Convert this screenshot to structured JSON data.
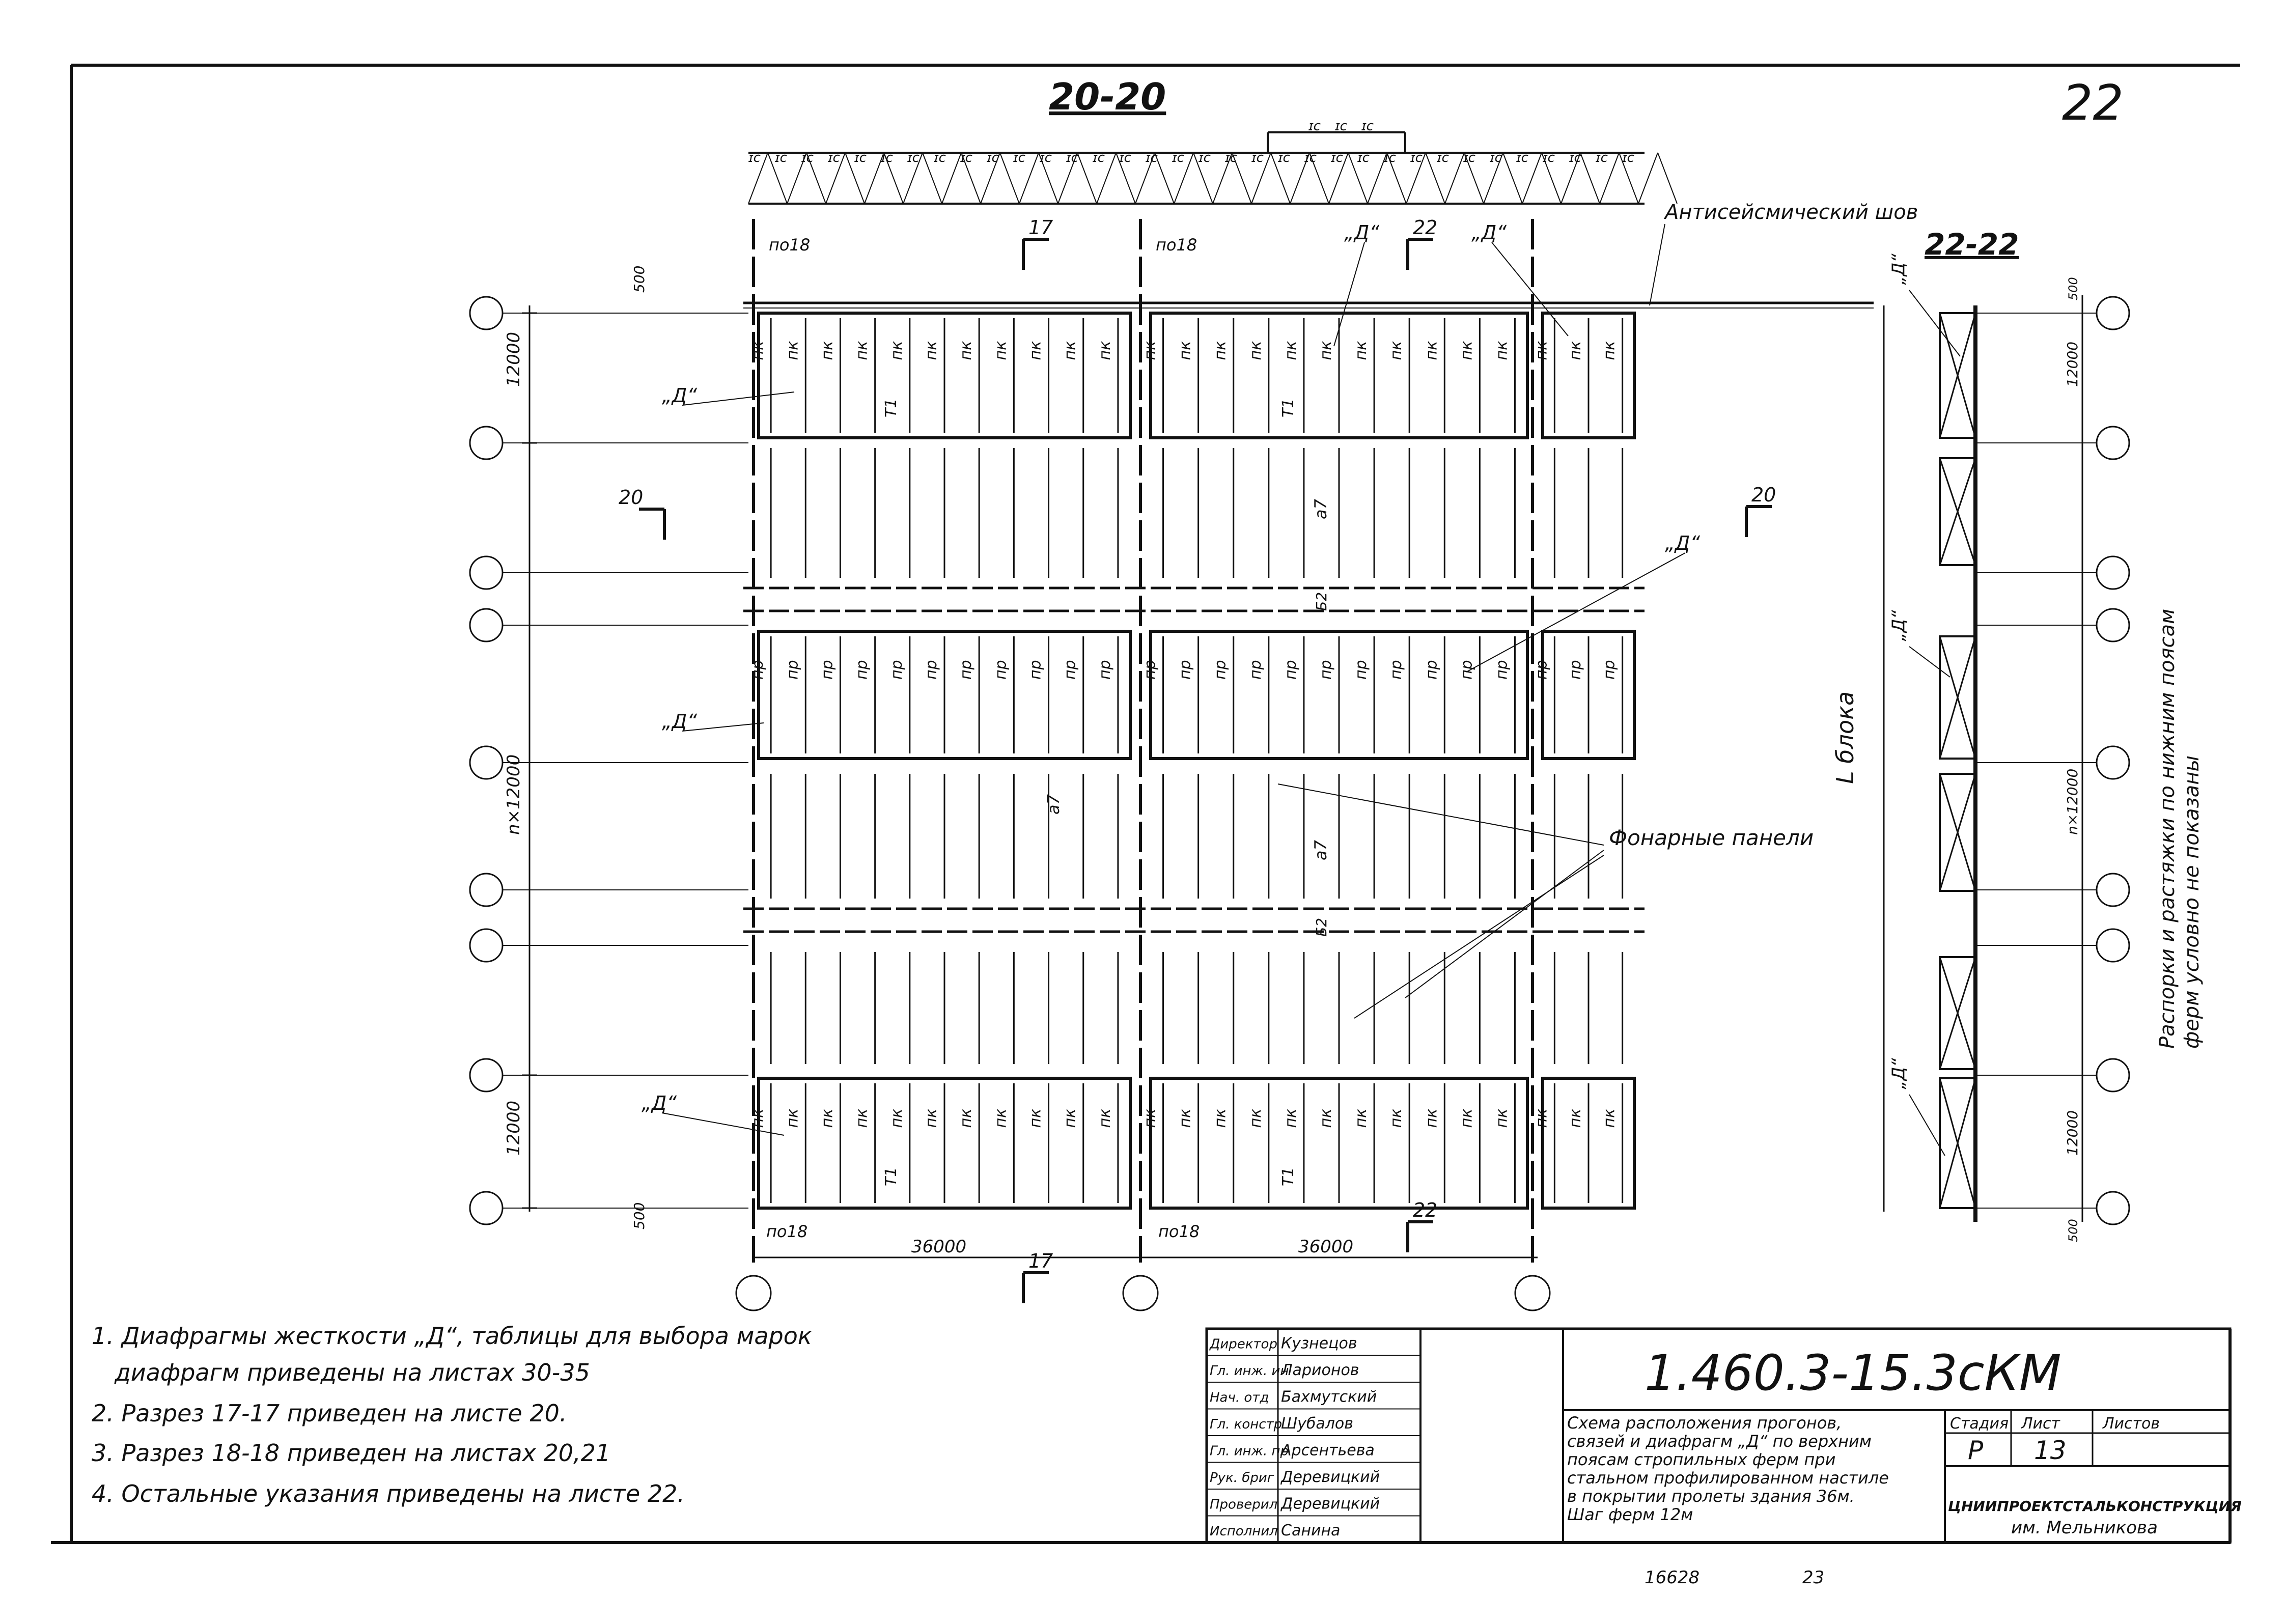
{
  "sheet_number": "22",
  "section_main": "20-20",
  "section_side": "22-22",
  "antiseismic_label": "Антисейсмический шов",
  "lantern_label": "Фонарные панели",
  "side_note_1": "Распорки и растяжки по нижним поясам",
  "side_note_2": "ферм условно не показаны",
  "block_length_label": "L блока",
  "d_label": "„Д“",
  "cut_17": "17",
  "cut_20": "20",
  "cut_22": "22",
  "po18": "по18",
  "dim_12000": "12000",
  "dim_500": "500",
  "dim_n12000": "n×12000",
  "dim_36000": "36000",
  "panel_pk": "пк",
  "panel_pr": "пр",
  "mark_t1": "Т1",
  "mark_a7": "а7",
  "mark_b2": "Б2",
  "notes": [
    "1. Диафрагмы жесткости „Д“, таблицы для выбора марок",
    "диафрагм приведены на листах 30-35",
    "2. Разрез 17-17 приведен на листе 20.",
    "3. Разрез 18-18 приведен на листах 20,21",
    "4. Остальные указания приведены на листе 22."
  ],
  "title_block": {
    "code": "1.460.3-15.3сКМ",
    "description": [
      "Схема расположения прогонов,",
      "связей и диафрагм „Д“ по верхним",
      "поясам стропильных ферм при",
      "стальном профилированном настиле",
      "в покрытии пролеты здания 36м.",
      "Шаг ферм 12м"
    ],
    "stage_header": "Стадия",
    "sheet_header": "Лист",
    "sheets_header": "Листов",
    "stage": "Р",
    "sheet": "13",
    "org": "ЦНИИПРОЕКТСТАЛЬКОНСТРУКЦИЯ",
    "org_sub": "им. Мельникова",
    "staff": [
      {
        "role": "Директор",
        "name": "Кузнецов"
      },
      {
        "role": "Гл. инж. ин",
        "name": "Ларионов"
      },
      {
        "role": "Нач. отд",
        "name": "Бахмутский"
      },
      {
        "role": "Гл. констр",
        "name": "Шубалов"
      },
      {
        "role": "Гл. инж. пр",
        "name": "Арсентьева"
      },
      {
        "role": "Рук. бриг",
        "name": "Деревицкий"
      },
      {
        "role": "Проверил",
        "name": "Деревицкий"
      },
      {
        "role": "Исполнил",
        "name": "Санина"
      }
    ]
  },
  "footer_left": "16628",
  "footer_mid": "23",
  "colors": {
    "ink": "#111111",
    "paper": "#ffffff"
  }
}
